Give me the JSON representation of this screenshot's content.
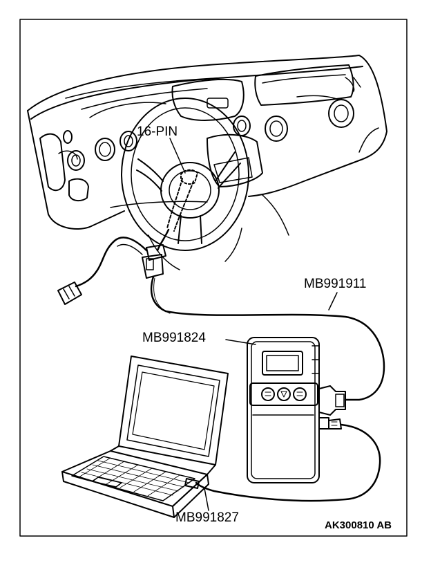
{
  "labels": {
    "connector": "16-PIN",
    "cable_mb991911": "MB991911",
    "interface_mb991824": "MB991824",
    "cable_mb991827": "MB991827",
    "figure_id": "AK300810 AB"
  }
}
